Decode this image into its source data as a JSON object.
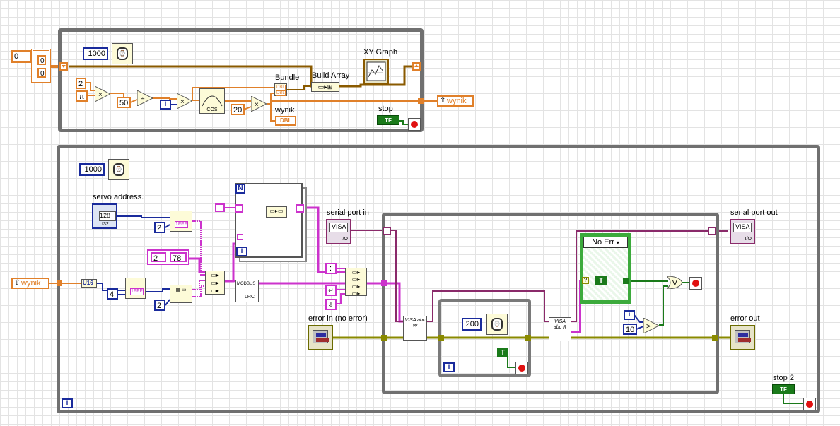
{
  "top_loop": {
    "wait_ms": "1000",
    "shift_register_init": "0",
    "array_index_values": [
      "0",
      "0"
    ],
    "const_two": "2",
    "pi_symbol": "π",
    "const_fifty": "50",
    "const_twenty": "20",
    "cos_label": "COS",
    "bundle_label": "Bundle",
    "build_array_label": "Build Array",
    "xy_graph_label": "XY Graph",
    "bundle_terms": [
      "DBL",
      "DBL"
    ],
    "wynik_label": "wynik",
    "wynik_indicator": "DBL",
    "wynik_local": "wynik",
    "stop_label": "stop",
    "stop_tf": "TF",
    "iteration": "i"
  },
  "bottom_loop": {
    "wait_ms": "1000",
    "servo_label": "servo address.",
    "servo_value": "128",
    "servo_type": "I32",
    "const_two_a": "2",
    "const_two_b": "2",
    "const_four": "4",
    "u16_label": "U16",
    "wynik_local": "wynik",
    "pink_array": [
      "2",
      "78"
    ],
    "for_loop_n": "N",
    "for_loop_i": "i",
    "colon_const": ":",
    "modbus_label": "MODBUS",
    "lrc_label": "LRC",
    "serial_in_label": "serial port in",
    "serial_out_label": "serial port out",
    "visa_text": "VISA",
    "io_text": "I/O",
    "error_in_label": "error in (no error)",
    "error_out_label": "error out",
    "inner_wait_ms": "200",
    "case_selector": "No Err",
    "true_const": "T",
    "true_const_2": "T",
    "const_ten": "10",
    "iteration": "i",
    "inner_iteration": "i",
    "stop2_label": "stop 2",
    "stop2_tf": "TF",
    "visa_write_label": "VISA abc W",
    "visa_read_label": "VISA abc R"
  },
  "colors": {
    "dbl_wire": "#e0802a",
    "int_wire": "#1a2b9c",
    "string_wire": "#cc33cc",
    "bool_wire": "#1a7a1a",
    "error_wire": "#8a8a00",
    "cluster_wire": "#8a5a00"
  }
}
